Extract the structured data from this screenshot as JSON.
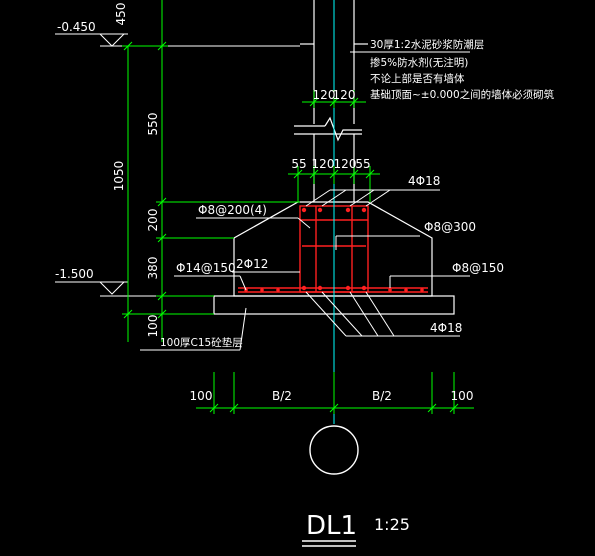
{
  "elevations": {
    "top": "-0.450",
    "bottom": "-1.500"
  },
  "vertical_dims": {
    "d450": "450",
    "d550": "550",
    "d1050": "1050",
    "d200": "200",
    "d380": "380",
    "d100": "100"
  },
  "notes": [
    "30厚1:2水泥砂浆防潮层",
    "掺5%防水剂(无注明)",
    "不论上部是否有墙体",
    "基础顶面~±0.000之间的墙体必须砌筑"
  ],
  "wall_dims": {
    "w1": "120",
    "w2": "120"
  },
  "footing_dims": {
    "d55a": "55",
    "d120a": "120",
    "d120b": "120",
    "d55b": "55"
  },
  "rebar_labels": {
    "top_bars": "4Φ18",
    "stirrup": "Φ8@200(4)",
    "tie": "Φ8@300",
    "left_bottom": "Φ14@150",
    "side": "2Φ12",
    "right_bottom": "Φ8@150",
    "bottom_bars": "4Φ18"
  },
  "cushion_note": "100厚C15砼垫层",
  "bottom_dims": {
    "left": "100",
    "half_left": "B/2",
    "half_right": "B/2",
    "right": "100"
  },
  "title": {
    "name": "DL1",
    "scale": "1:25"
  },
  "colors": {
    "background": "#000000",
    "line": "#ffffff",
    "dim": "#00ff00",
    "rebar": "#ff2020",
    "axis": "#00ffff"
  }
}
